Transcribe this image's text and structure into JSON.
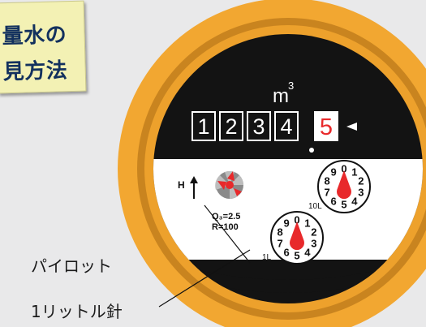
{
  "title": {
    "line1": "量水の",
    "line2": "見方法"
  },
  "meter": {
    "unit_base": "m",
    "unit_exp": "3",
    "digits": [
      "1",
      "2",
      "3",
      "4"
    ],
    "red_digit": "5",
    "h_label": "H",
    "q3": "Q₃=2.5",
    "r": "R=100",
    "dial_10l_label": "10L",
    "dial_1l_label": "1L",
    "dial_numbers": [
      "0",
      "1",
      "2",
      "3",
      "4",
      "5",
      "6",
      "7",
      "8",
      "9"
    ]
  },
  "callouts": {
    "pilot": "パイロット",
    "needle": "1リットル針"
  },
  "colors": {
    "background": "#e9e9ea",
    "outer_ring": "#f2a731",
    "inner_ring": "#c9841f",
    "face_black": "#131313",
    "face_white": "#ffffff",
    "accent_red": "#e8292b",
    "sticky_note": "#f3f1b4",
    "title_text": "#13315e"
  },
  "icons": [
    "pilot-star-icon",
    "up-arrow-icon",
    "red-triangle-marker-icon",
    "red-needle-icon"
  ]
}
